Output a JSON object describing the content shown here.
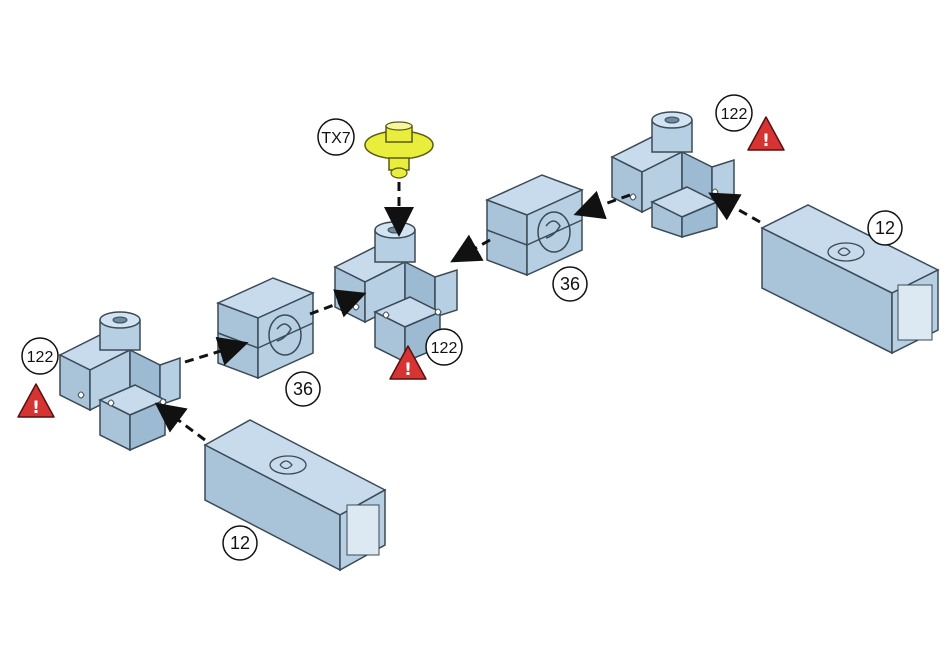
{
  "labels": {
    "tx7": "TX7",
    "connector_qty": "122",
    "coupler_qty": "36",
    "tube_qty": "12"
  },
  "warning_mark": "!",
  "colors": {
    "part_blue": "#b7cfe3",
    "part_blue_dark": "#8fb0cc",
    "part_outline": "#3b4a57",
    "screw_yellow": "#e9ee3c",
    "warning_red": "#d63333",
    "arrow": "#111111"
  },
  "icons": [
    "connector-hub-icon",
    "coupler-block-icon",
    "square-tube-icon",
    "screw-icon",
    "warning-icon"
  ]
}
